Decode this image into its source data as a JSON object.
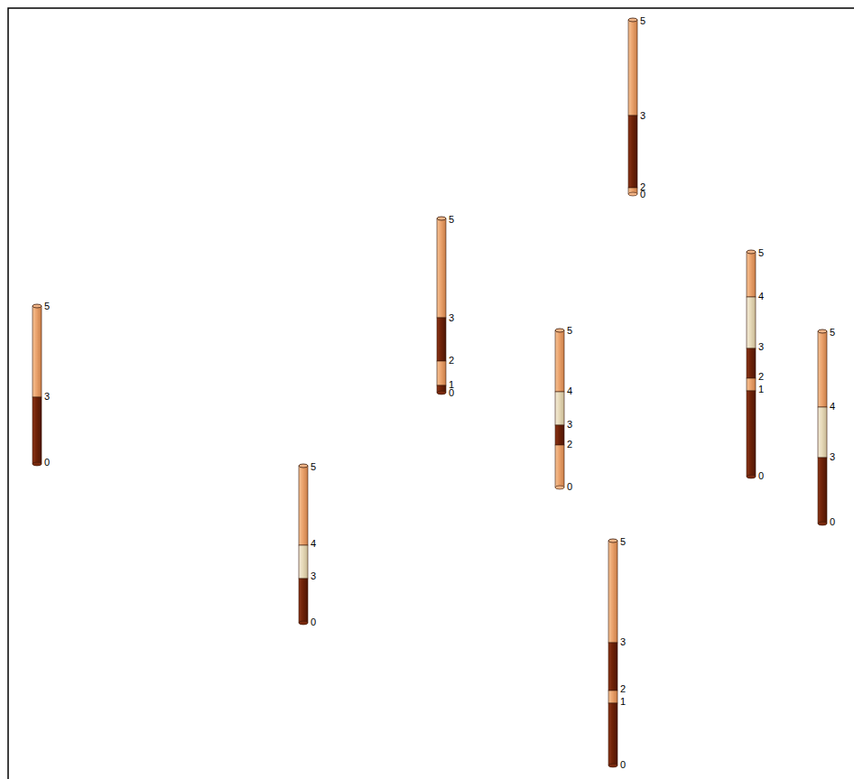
{
  "diagram": {
    "labels": [
      "5",
      "3",
      "2",
      "0",
      "5",
      "3",
      "2",
      "1",
      "0",
      "5",
      "4",
      "3",
      "2",
      "1",
      "0",
      "5",
      "3",
      "0",
      "5",
      "4",
      "3",
      "2",
      "0",
      "5",
      "4",
      "3",
      "0",
      "5",
      "4",
      "3",
      "0",
      "5",
      "3",
      "2",
      "1",
      "0"
    ]
  }
}
